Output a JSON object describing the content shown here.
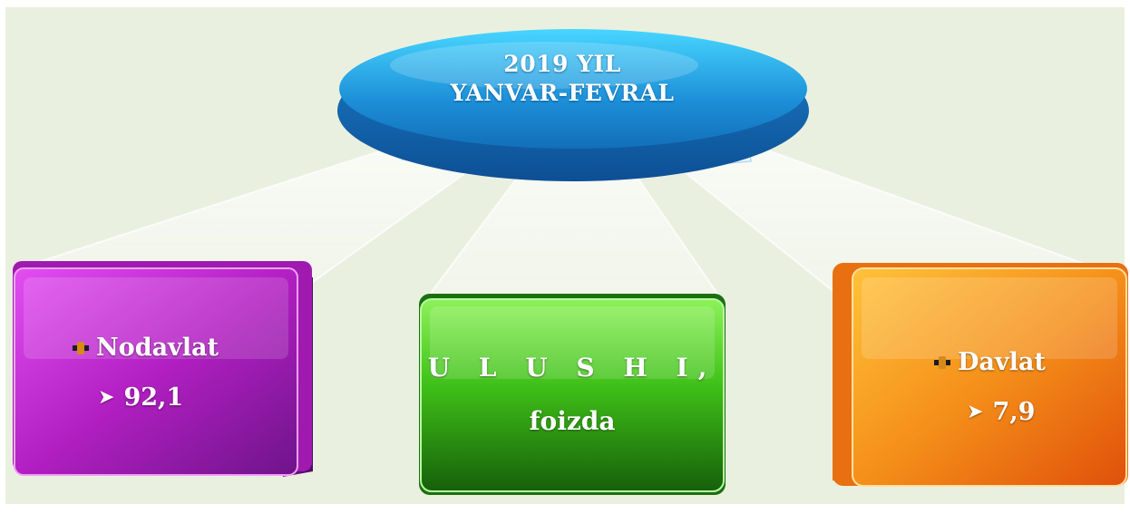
{
  "title": {
    "line1": "2019 YIL",
    "line2": "YANVAR-FEVRAL"
  },
  "boxes": {
    "left": {
      "label": "Nodavlat",
      "value": "92,1",
      "color": "#b21fc2"
    },
    "center": {
      "line1": "U L U S H I,",
      "line2": "foizda",
      "color": "#2f9a10"
    },
    "right": {
      "label": "Davlat",
      "value": "7,9",
      "color": "#f07a10"
    }
  },
  "icons": {
    "bullet": "bullet-square-icon",
    "arrow": "arrowhead-icon"
  },
  "colors": {
    "background": "#eaf0e0",
    "disc": "#2aa6e0"
  }
}
